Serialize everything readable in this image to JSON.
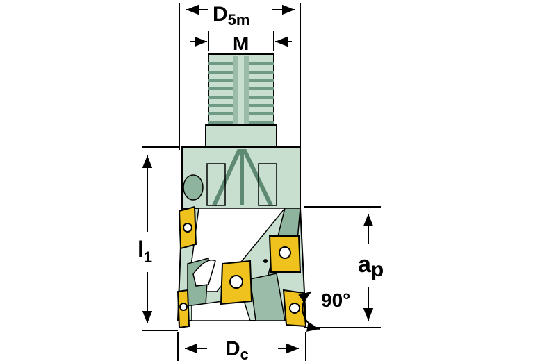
{
  "labels": {
    "d5m": "D",
    "d5m_sub": "5m",
    "m": "M",
    "l1": "l",
    "l1_sub": "1",
    "ap": "a",
    "ap_sub": "p",
    "dc": "D",
    "dc_sub": "c",
    "angle": "90°"
  },
  "colors": {
    "tool_body": "#c8dfcf",
    "tool_shadow": "#8fb49d",
    "tool_dark": "#5e8a72",
    "insert_gold": "#f0c21e",
    "insert_dark": "#b58a00",
    "line": "#000000"
  }
}
